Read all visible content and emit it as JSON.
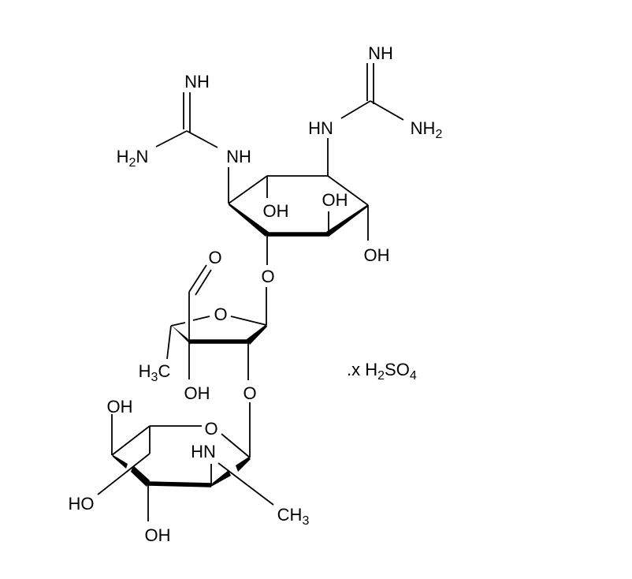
{
  "molecule": {
    "atoms": {
      "nh_top_left": "NH",
      "h2n_left": "H2N",
      "nh_left": "NH",
      "nh_top_right": "NH",
      "hn_right": "HN",
      "nh2_right": "NH2",
      "oh_ring1_a": "OH",
      "oh_ring1_b": "OH",
      "oh_ring1_c": "OH",
      "o_link1": "O",
      "o_aldehyde": "O",
      "o_furanose": "O",
      "h3c_furanose": "H3C",
      "oh_furanose": "OH",
      "o_link2": "O",
      "o_pyranose": "O",
      "oh_pyranose_top": "OH",
      "hn_pyranose": "HN",
      "ho_pyranose": "HO",
      "oh_pyranose_bottom": "OH",
      "ch3_pyranose": "CH3"
    },
    "salt": ".x H2SO4"
  }
}
